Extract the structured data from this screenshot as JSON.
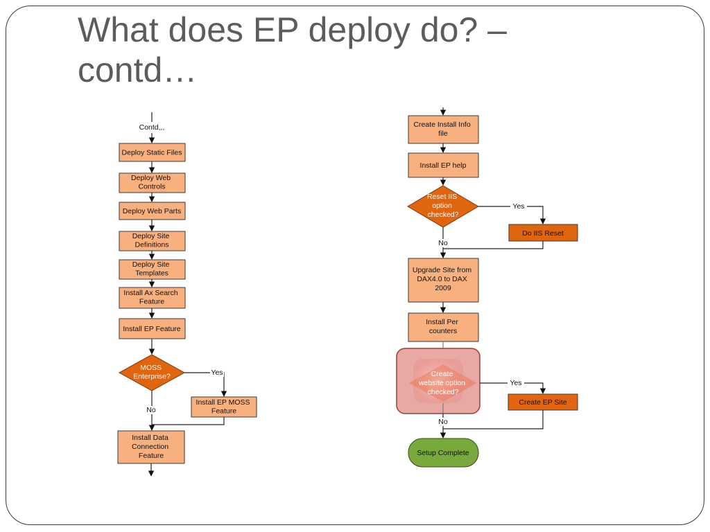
{
  "slide": {
    "title_line1": "What does EP deploy do? –",
    "title_line2": "contd…"
  },
  "left_flow": {
    "contd_label": "Contd,,,",
    "deploy_static_files": "Deploy Static Files",
    "deploy_web_controls": [
      "Deploy Web",
      "Controls"
    ],
    "deploy_web_parts": "Deploy Web Parts",
    "deploy_site_definitions": [
      "Deploy Site",
      "Definitions"
    ],
    "deploy_site_templates": [
      "Deploy Site",
      "Templates"
    ],
    "install_ax_search": [
      "Install  Ax Search",
      "Feature"
    ],
    "install_ep_feature": "Install EP Feature",
    "moss_enterprise": [
      "MOSS",
      "Enterprise?"
    ],
    "yes_label": "Yes",
    "no_label": "No",
    "install_ep_moss": [
      "Install EP MOSS",
      "Feature"
    ],
    "install_data_connection": [
      "Install Data",
      "Connection",
      "Feature"
    ]
  },
  "right_flow": {
    "create_install_info": [
      "Create Install Info",
      "file"
    ],
    "install_ep_help": "Install EP help",
    "reset_iis": [
      "Reset IIS",
      "option",
      "checked?"
    ],
    "yes_label_1": "Yes",
    "no_label_1": "No",
    "do_iis_reset": "Do IIS Reset",
    "upgrade_site": [
      "Upgrade Site from",
      "DAX4.0 to DAX",
      "2009"
    ],
    "install_per_counters": [
      "Install Per",
      "counters"
    ],
    "create_website": [
      "Create",
      "website option",
      "checked?"
    ],
    "yes_label_2": "Yes",
    "no_label_2": "No",
    "create_ep_site": "Create EP Site",
    "setup_complete": "Setup Complete"
  },
  "colors": {
    "process_box": "#f8b07e",
    "decision_and_action": "#e1650f",
    "terminal": "#78a93a",
    "highlight": "#e8a8a4",
    "title_text": "#5c5c5c"
  }
}
